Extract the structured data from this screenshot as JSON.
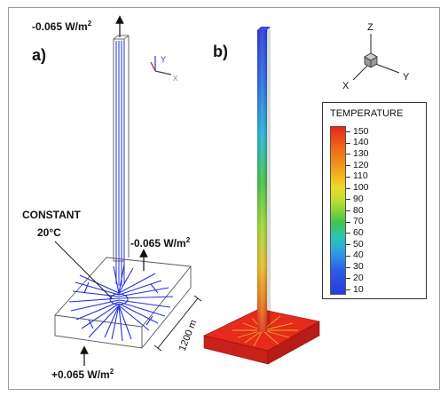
{
  "panel_a": {
    "label": "a)",
    "top_flux": "-0.065 W/m",
    "top_flux_exp": "2",
    "side_flux": "-0.065 W/m",
    "side_flux_exp": "2",
    "bottom_flux": "+0.065 W/m",
    "bottom_flux_exp": "2",
    "constant_label": "CONSTANT",
    "constant_temp": "20°C",
    "dimension": "1200 m",
    "axis_y": "Y",
    "axis_x": "X"
  },
  "panel_b": {
    "label": "b)",
    "axes": {
      "z": "Z",
      "x": "X",
      "y": "Y"
    }
  },
  "legend": {
    "title": "TEMPERATURE",
    "values": [
      "150",
      "140",
      "130",
      "120",
      "110",
      "100",
      "90",
      "80",
      "70",
      "60",
      "50",
      "40",
      "30",
      "20",
      "10"
    ]
  },
  "colors": {
    "wellbore_lines": "#2233dd",
    "wireframe": "#555555",
    "base_block": "#e0261c"
  }
}
